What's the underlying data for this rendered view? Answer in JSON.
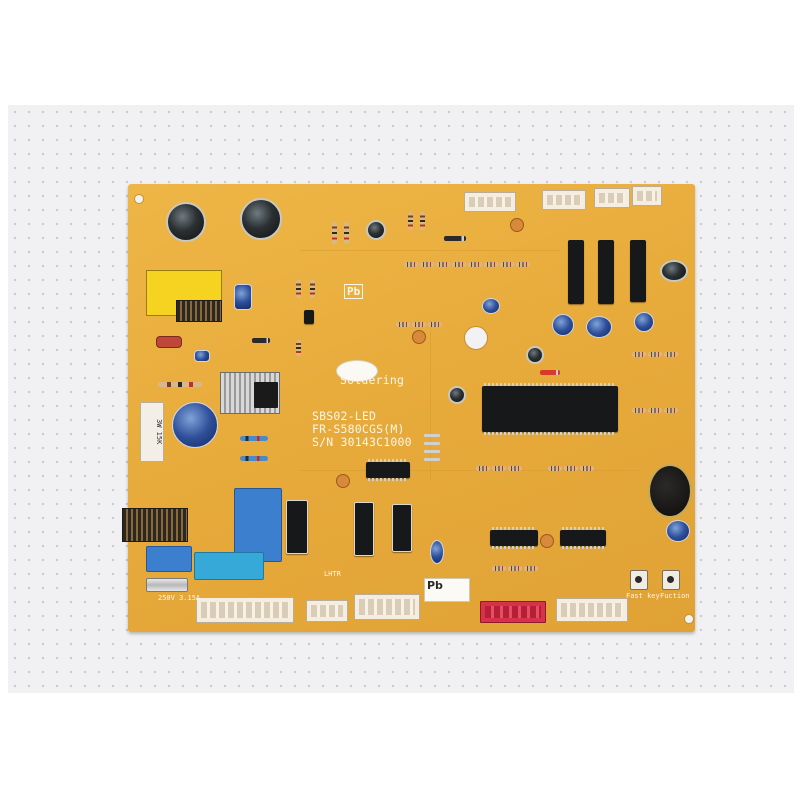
{
  "photo": {
    "subject": "refrigerator main control circuit board",
    "colors": {
      "board": "#e7ac3b",
      "silkscreen": "#fbf6e8",
      "background": "#f1f1f3"
    }
  },
  "board": {
    "model_line1": "SBS02-LED",
    "model_line2": "FR-S580CGS(M)",
    "serial_line": "S/N 30143C1000",
    "soldering_label": "Soldering",
    "lhtr_label": "LHTR",
    "fast_key_label": "Fast key",
    "function_label": "Fuction",
    "voltage_label": "250V 3.15A",
    "resistor_label": "3W 15K",
    "pb_mark": "Pb"
  }
}
